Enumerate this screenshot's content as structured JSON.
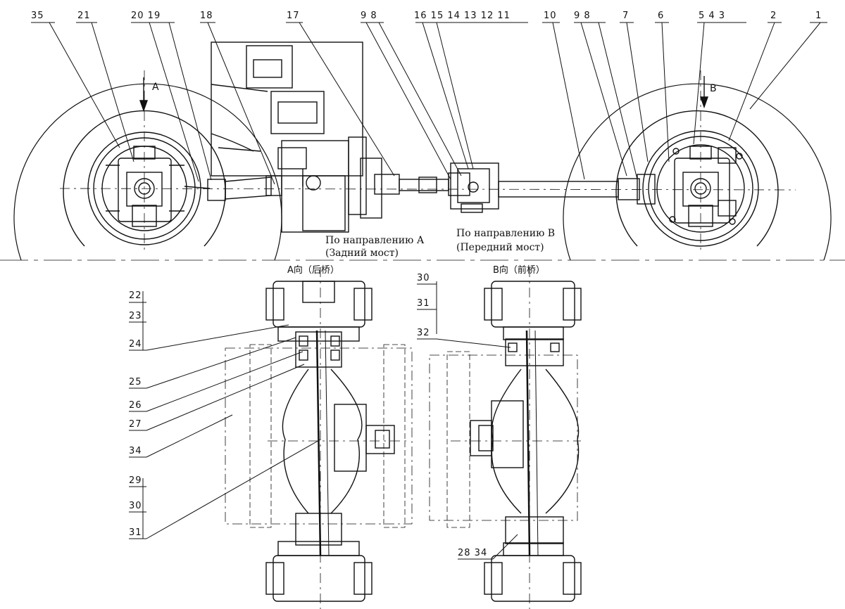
{
  "callouts_top": [
    {
      "id": "c35",
      "text": "35"
    },
    {
      "id": "c21",
      "text": "21"
    },
    {
      "id": "c20_19",
      "text": "20 19"
    },
    {
      "id": "c18",
      "text": "18"
    },
    {
      "id": "c17",
      "text": "17"
    },
    {
      "id": "c9_8a",
      "text": "9  8"
    },
    {
      "id": "c16_11",
      "text": "16 15 14 13 12 11"
    },
    {
      "id": "c10",
      "text": "10"
    },
    {
      "id": "c9_8b",
      "text": "9  8"
    },
    {
      "id": "c7",
      "text": "7"
    },
    {
      "id": "c6",
      "text": "6"
    },
    {
      "id": "c5_3",
      "text": "5  4  3"
    },
    {
      "id": "c2",
      "text": "2"
    },
    {
      "id": "c1",
      "text": "1"
    }
  ],
  "callouts_left": [
    {
      "id": "c22",
      "text": "22"
    },
    {
      "id": "c23",
      "text": "23"
    },
    {
      "id": "c24",
      "text": "24"
    },
    {
      "id": "c25",
      "text": "25"
    },
    {
      "id": "c26",
      "text": "26"
    },
    {
      "id": "c27",
      "text": "27"
    },
    {
      "id": "c34",
      "text": "34"
    },
    {
      "id": "c29",
      "text": "29"
    },
    {
      "id": "c30",
      "text": "30"
    },
    {
      "id": "c31",
      "text": "31"
    }
  ],
  "callouts_right": [
    {
      "id": "c30b",
      "text": "30"
    },
    {
      "id": "c31b",
      "text": "31"
    },
    {
      "id": "c32",
      "text": "32"
    },
    {
      "id": "c28_34",
      "text": "28 34"
    }
  ],
  "arrows": {
    "a": "A",
    "b": "B"
  },
  "captions": {
    "rear_line1": "По направлению А",
    "rear_line2": "(Задний мост)",
    "front_line1": "По направлению В",
    "front_line2": "(Передний мост)"
  },
  "views": {
    "rear": "A向（后桥）",
    "front": "B向（前桥）"
  }
}
